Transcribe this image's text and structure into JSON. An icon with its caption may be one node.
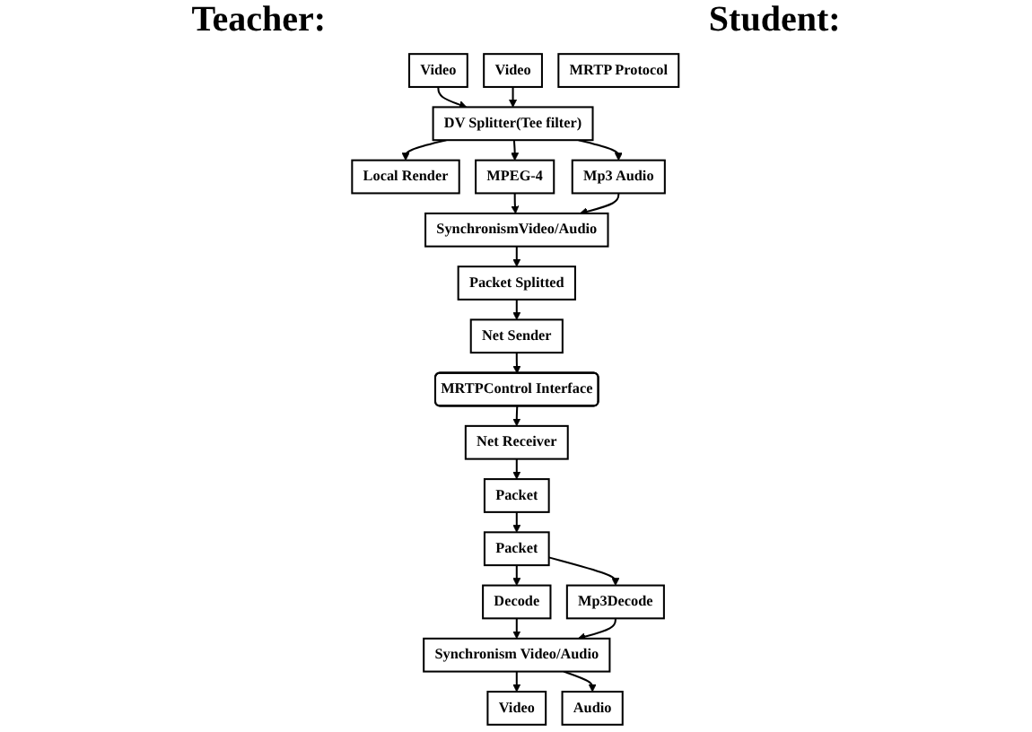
{
  "diagram": {
    "nodes": [
      {
        "text": [
          "Video"
        ]
      },
      {
        "text": [
          "Video"
        ]
      },
      {
        "text": [
          "DV Splitter(Tee filter)"
        ]
      },
      {
        "text": [
          "Local Render"
        ]
      },
      {
        "text": [
          "MPEG-4"
        ]
      },
      {
        "text": [
          "Mp3 Audio"
        ]
      },
      {
        "text": [
          "SynchronismVideo/Audio"
        ]
      },
      {
        "text": [
          "Packet Splitted"
        ]
      },
      {
        "text": [
          "Net Sender"
        ]
      },
      {
        "text": [
          "MRTPControl Interface"
        ]
      },
      {
        "text": [
          "MRTP Protocol"
        ]
      },
      {
        "text": [
          "Net Receiver"
        ]
      },
      {
        "text": [
          "Packet"
        ]
      },
      {
        "text": [
          "Packet"
        ]
      },
      {
        "text": [
          "Decode"
        ]
      },
      {
        "text": [
          "Mp3Decode"
        ]
      },
      {
        "text": [
          "Synchronism Video/Audio"
        ]
      },
      {
        "text": [
          "Video"
        ]
      },
      {
        "text": [
          "Audio"
        ]
      }
    ],
    "edges": [
      {
        "from": 0,
        "to": 2,
        "arrow": "to"
      },
      {
        "from": 1,
        "to": 2,
        "arrow": "to"
      },
      {
        "from": 2,
        "to": 3,
        "arrow": "to"
      },
      {
        "from": 2,
        "to": 4,
        "arrow": "to"
      },
      {
        "from": 2,
        "to": 5,
        "arrow": "to"
      },
      {
        "from": 4,
        "to": 6,
        "arrow": "to"
      },
      {
        "from": 5,
        "to": 6,
        "arrow": "to"
      },
      {
        "from": 6,
        "to": 7,
        "arrow": "to"
      },
      {
        "from": 7,
        "to": 8,
        "arrow": "to"
      },
      {
        "from": 8,
        "to": 9,
        "arrow": "to"
      },
      {
        "from": 9,
        "to": 11,
        "arrow": "to"
      },
      {
        "from": 11,
        "to": 12,
        "arrow": "to"
      },
      {
        "from": 12,
        "to": 13,
        "arrow": "to"
      },
      {
        "from": 13,
        "to": 14,
        "arrow": "to"
      },
      {
        "from": 13,
        "to": 15,
        "arrow": "to"
      },
      {
        "from": 14,
        "to": 16,
        "arrow": "to"
      },
      {
        "from": 15,
        "to": 16,
        "arrow": "to"
      },
      {
        "from": 16,
        "to": 17,
        "arrow": "to"
      },
      {
        "from": 16,
        "to": 18,
        "arrow": "to"
      }
    ],
    "labels": [
      "Teacher:",
      "Student:"
    ]
  }
}
